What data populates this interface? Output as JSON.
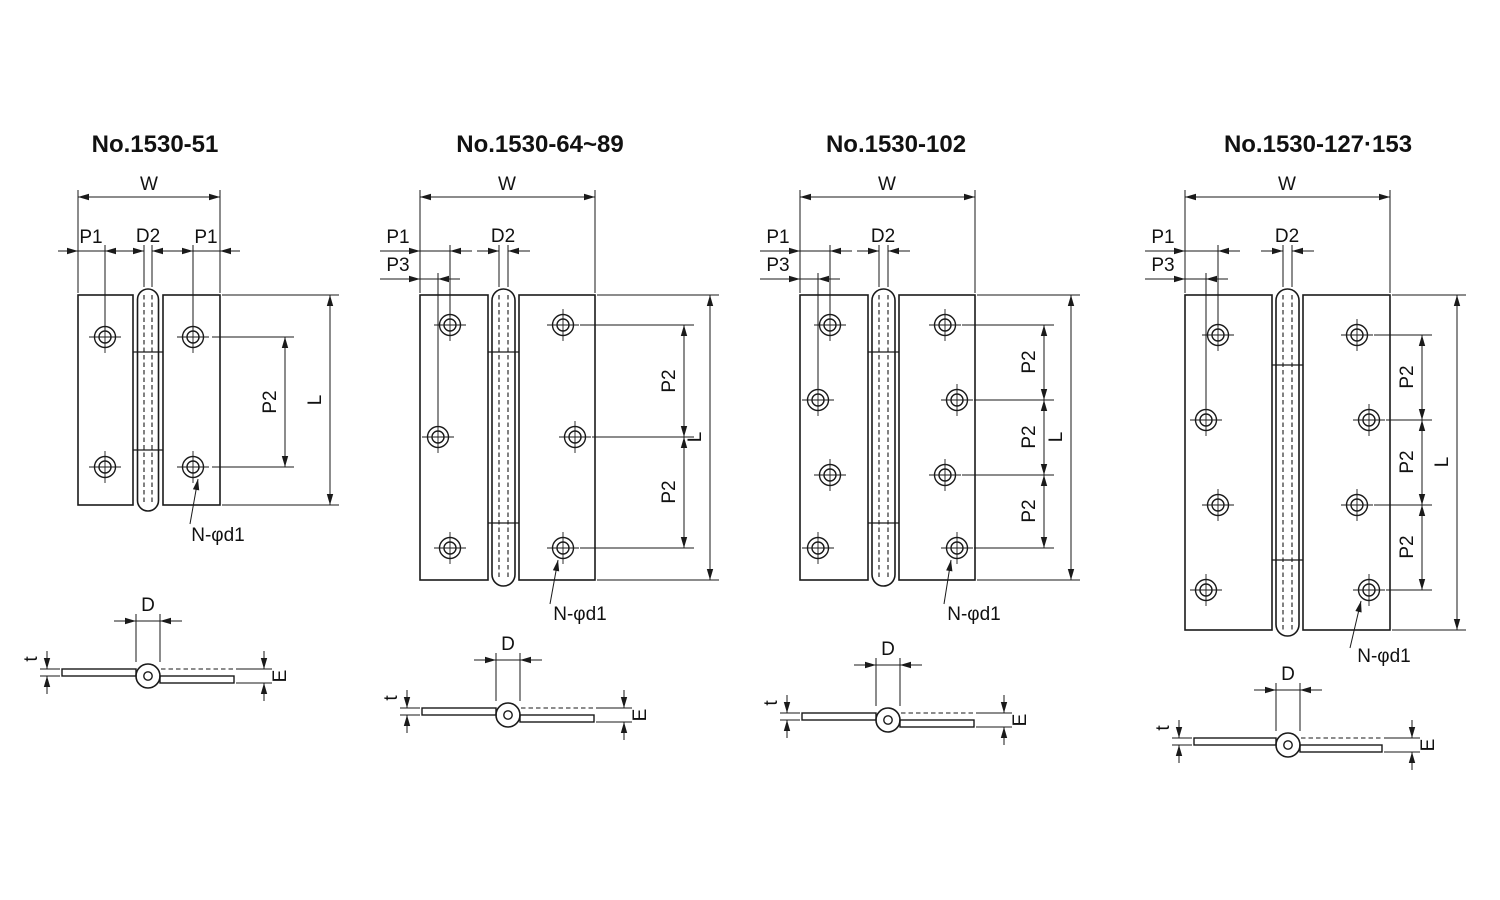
{
  "page": {
    "background": "#ffffff",
    "line_color": "#1a1a1a"
  },
  "panels": [
    {
      "title": "No.1530-51",
      "front": {
        "w": "W",
        "p1_left": "P1",
        "p1_right": "P1",
        "d2": "D2",
        "p2_1": "P2",
        "l": "L",
        "n": "N-φd1"
      },
      "side": {
        "d": "D",
        "t": "t",
        "e": "E"
      }
    },
    {
      "title": "No.1530-64~89",
      "front": {
        "w": "W",
        "p1": "P1",
        "p3": "P3",
        "d2": "D2",
        "p2_1": "P2",
        "p2_2": "P2",
        "l": "L",
        "n": "N-φd1"
      },
      "side": {
        "d": "D",
        "t": "t",
        "e": "E"
      }
    },
    {
      "title": "No.1530-102",
      "front": {
        "w": "W",
        "p1": "P1",
        "p3": "P3",
        "d2": "D2",
        "p2_1": "P2",
        "p2_2": "P2",
        "p2_3": "P2",
        "l": "L",
        "n": "N-φd1"
      },
      "side": {
        "d": "D",
        "t": "t",
        "e": "E"
      }
    },
    {
      "title": "No.1530-127·153",
      "front": {
        "w": "W",
        "p1": "P1",
        "p3": "P3",
        "d2": "D2",
        "p2_1": "P2",
        "p2_2": "P2",
        "p2_3": "P2",
        "l": "L",
        "n": "N-φd1"
      },
      "side": {
        "d": "D",
        "t": "t",
        "e": "E"
      }
    }
  ]
}
